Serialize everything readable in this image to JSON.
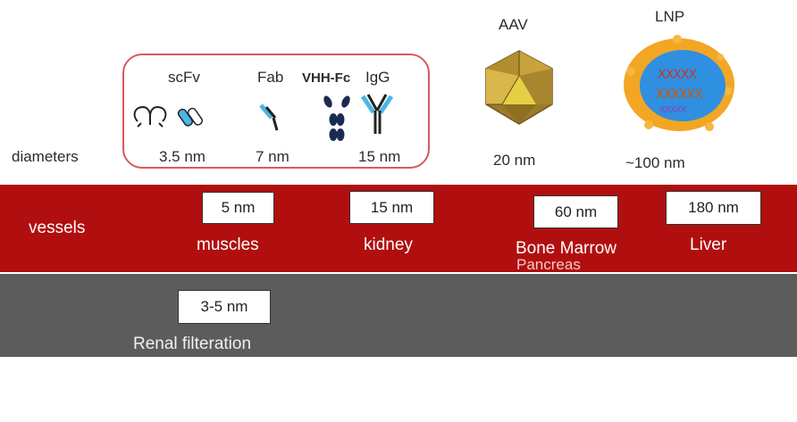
{
  "labels": {
    "diameters": "diameters",
    "vessels": "vessels"
  },
  "molecules": [
    {
      "name": "scFv",
      "size": "3.5 nm"
    },
    {
      "name": "Fab",
      "size": "7 nm"
    },
    {
      "name": "VHH-Fc",
      "size": ""
    },
    {
      "name": "IgG",
      "size": "15 nm"
    },
    {
      "name": "AAV",
      "size": "20 nm"
    },
    {
      "name": "LNP",
      "size": "~100 nm"
    }
  ],
  "vessel_pores": [
    {
      "size": "5 nm",
      "organ": "muscles"
    },
    {
      "size": "15 nm",
      "organ": "kidney"
    },
    {
      "size": "60 nm",
      "organ": "Bone Marrow",
      "organ2": "Pancreas"
    },
    {
      "size": "180 nm",
      "organ": "Liver"
    }
  ],
  "renal": {
    "size": "3-5 nm",
    "label": "Renal filteration"
  },
  "colors": {
    "red_band": "#b10f0f",
    "gray_band": "#5c5c5c",
    "group_border": "#d65a5a",
    "antibody_blue": "#4ab7e6",
    "aav_gold": "#c9a23a",
    "lnp_blue": "#2f8fe0",
    "lnp_orange": "#f2a623"
  }
}
